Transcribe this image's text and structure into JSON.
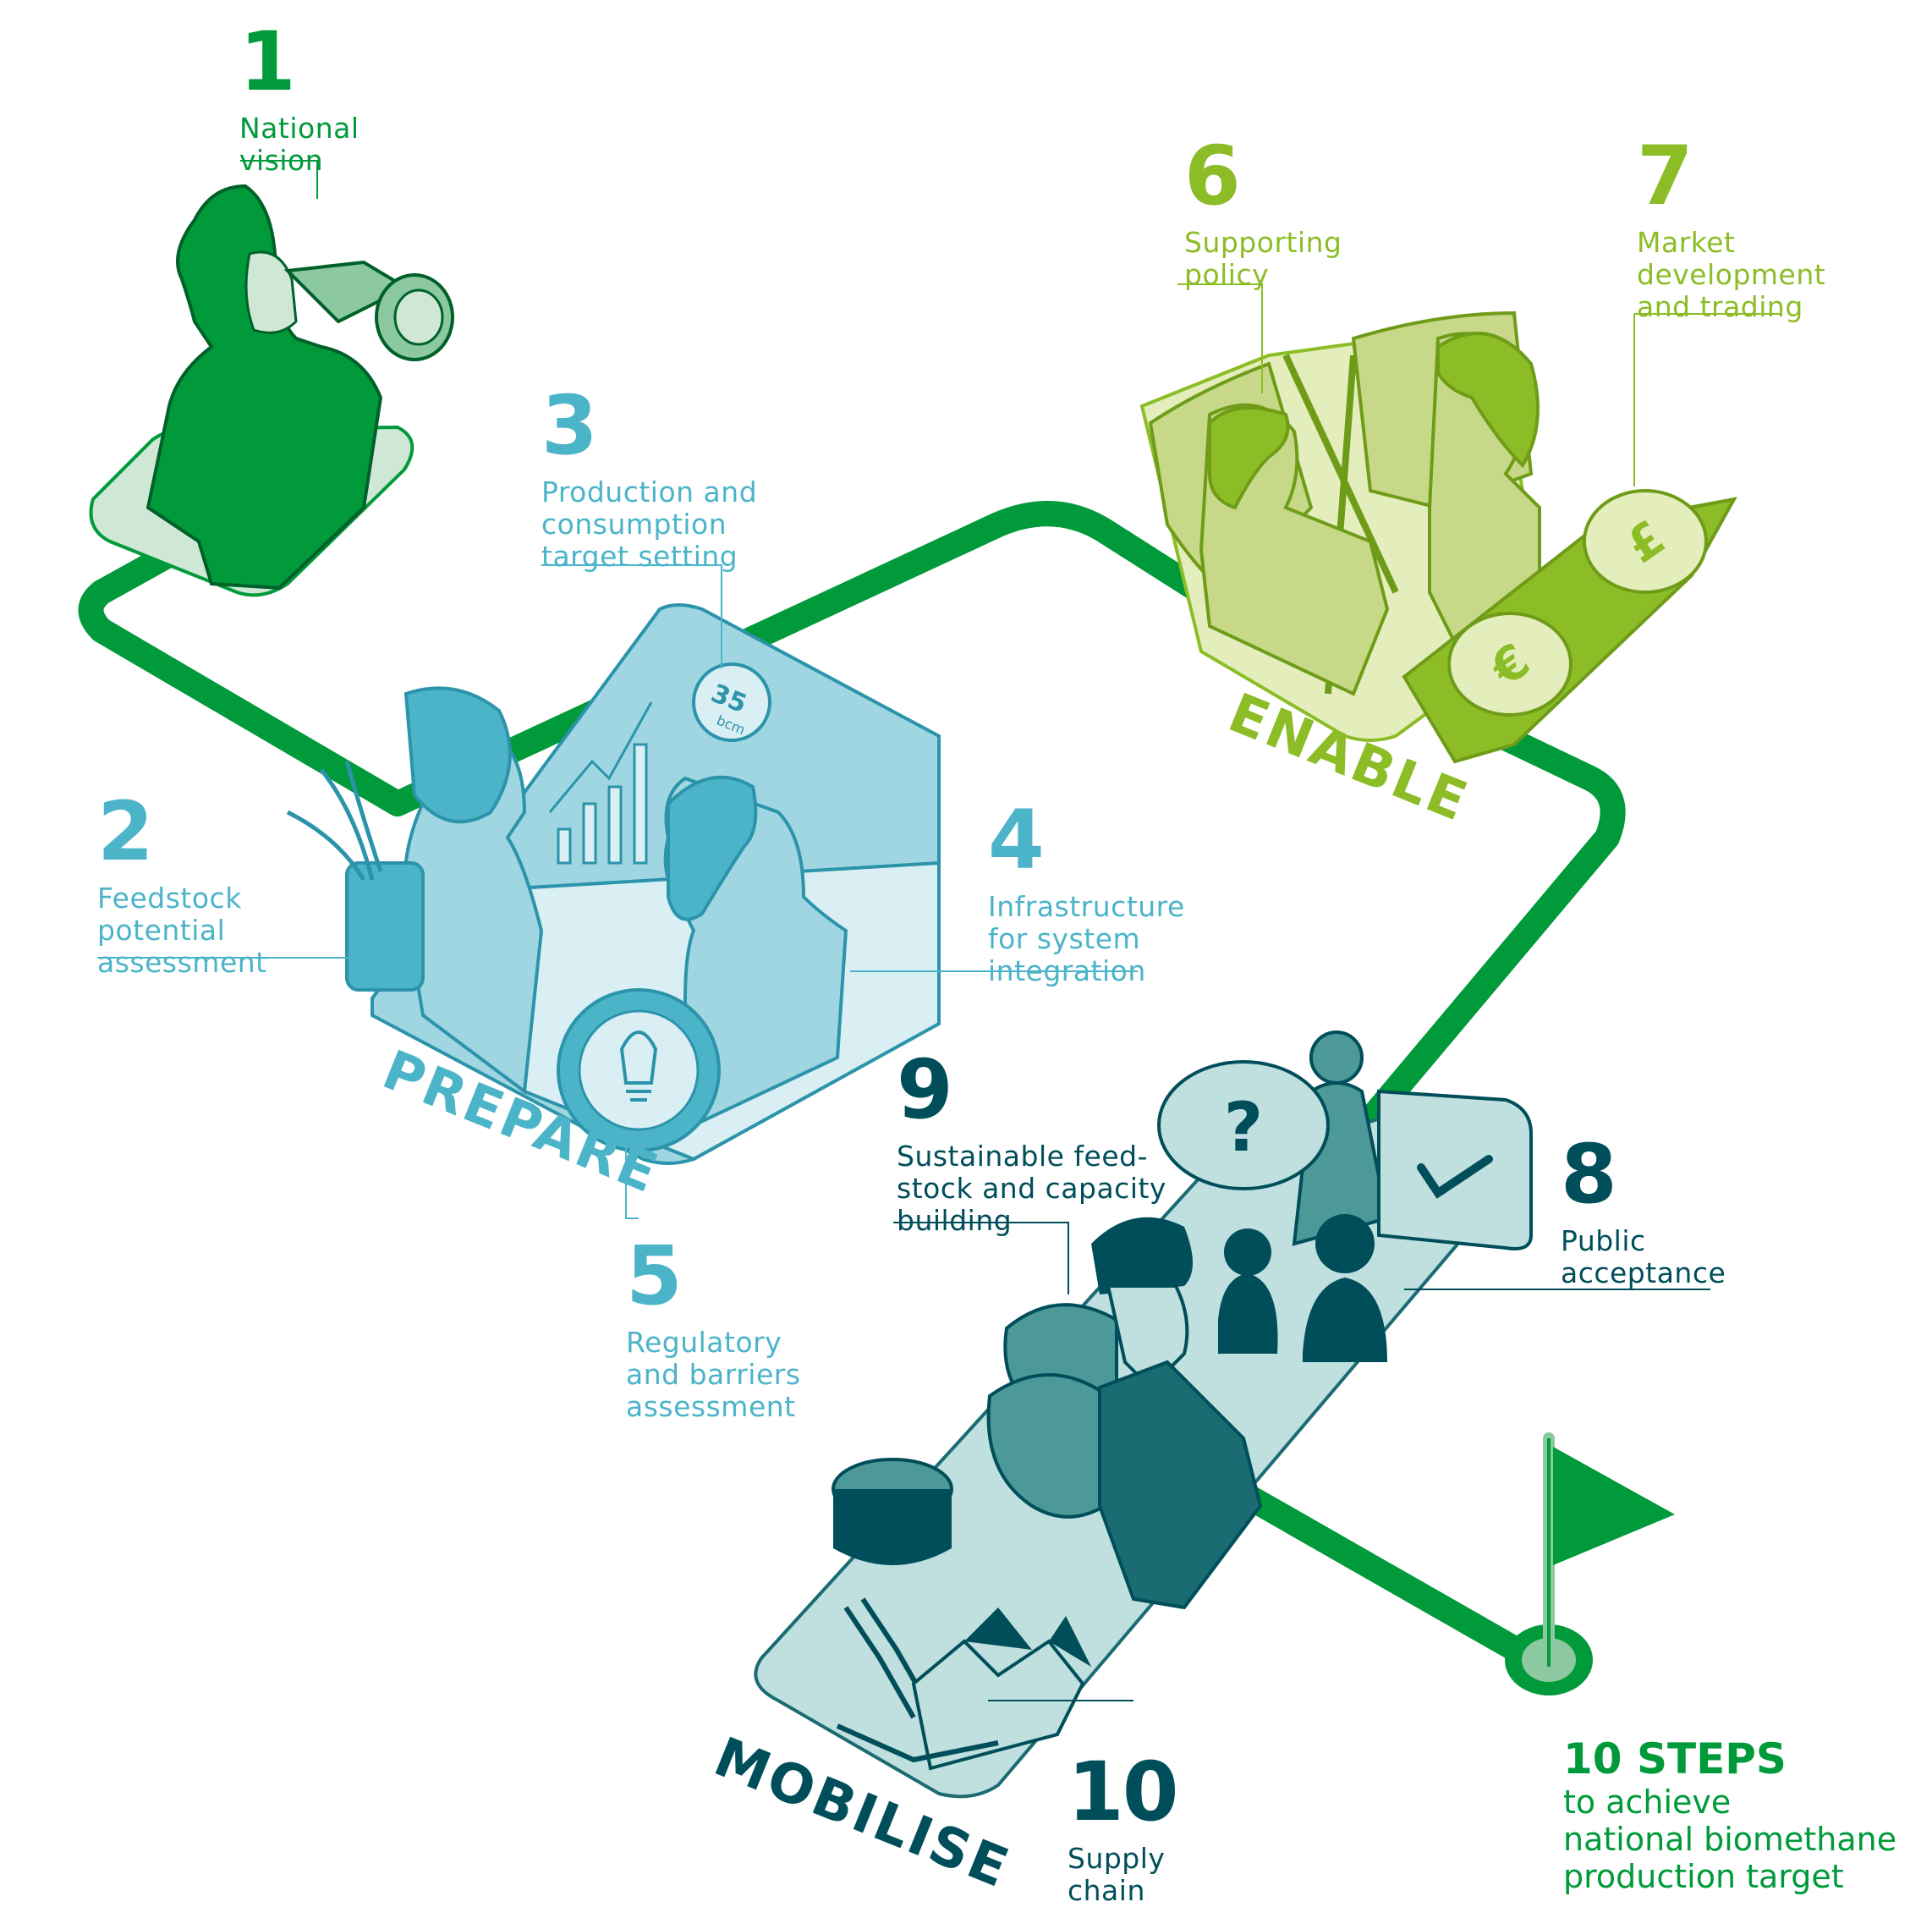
{
  "colors": {
    "green": "#009a3a",
    "lime": "#8cbd26",
    "teal": "#4bb4c9",
    "dark_teal": "#004e5a"
  },
  "steps": [
    {
      "number": "1",
      "label": "National\nvision"
    },
    {
      "number": "2",
      "label": "Feedstock\npotential\nassessment"
    },
    {
      "number": "3",
      "label": "Production and\nconsumption\ntarget setting"
    },
    {
      "number": "4",
      "label": "Infrastructure\nfor system\nintegration"
    },
    {
      "number": "5",
      "label": "Regulatory\nand barriers\nassessment"
    },
    {
      "number": "6",
      "label": "Supporting\npolicy"
    },
    {
      "number": "7",
      "label": "Market\ndevelopment\nand trading"
    },
    {
      "number": "8",
      "label": "Public\nacceptance"
    },
    {
      "number": "9",
      "label": "Sustainable feed-\nstock and capacity\nbuilding"
    },
    {
      "number": "10",
      "label": "Supply\nchain"
    }
  ],
  "phases": {
    "prepare": "PREPARE",
    "enable": "ENABLE",
    "mobilise": "MOBILISE"
  },
  "badge": {
    "value": "35",
    "unit": "bcm"
  },
  "final": {
    "title": "10 STEPS",
    "subtitle": "to achieve\nnational biomethane\nproduction target"
  },
  "icons": [
    "binoculars-icon",
    "lightbulb-icon",
    "pound-coin-icon",
    "euro-coin-icon",
    "question-bubble-icon",
    "checkmark-bubble-icon",
    "flag-icon"
  ]
}
